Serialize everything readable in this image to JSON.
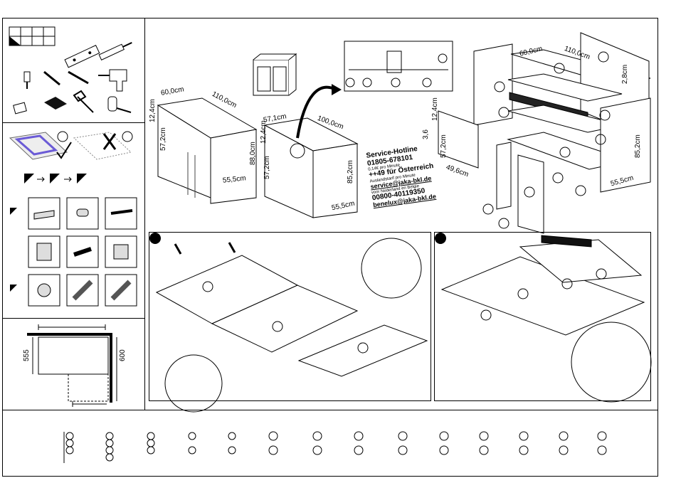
{
  "service": {
    "title": "Service-Hotline",
    "de_phone": "01805-678101",
    "de_price": "0,14€ pro Minute",
    "at_phone": "++49 für Österreich",
    "abroad": "Auslandstarif pro Minute",
    "email": "service@jaka-bkl.de",
    "be_nl_note": "voor Nederland en Belgie",
    "be_nl_phone": "00800-40119350",
    "be_nl_email": "benelux@jaka-bkl.de"
  },
  "cabinet_main": {
    "depth": "60,0cm",
    "width": "110,0cm",
    "top_thickness": "12,4cm",
    "side_height": "57,2cm",
    "base_width": "55,5cm"
  },
  "cabinet_corner": {
    "front_top": "12,4cm",
    "front_side": "57,2cm",
    "total_height": "88,0cm",
    "inner_width": "57,1cm",
    "inner_depth": "100,0cm",
    "right_height": "85,2cm",
    "base_width": "55,5cm"
  },
  "exploded": {
    "depth": "60,0cm",
    "width": "110,0cm",
    "shelf_thickness": "2,8cm",
    "door_top": "12,4cm",
    "door_gap": "3,6",
    "door_height": "57,2cm",
    "door_width": "49,6cm",
    "side_height": "85,2cm",
    "side_depth": "55,5cm"
  },
  "plan": {
    "depth_a": "555",
    "depth_b": "600"
  },
  "icons": [
    "grid-icon",
    "spirit-level-icon",
    "drill-icon",
    "wall-plug-icon",
    "screwdriver-icon",
    "screwdriver-small-icon",
    "power-drill-icon",
    "tape-measure-icon",
    "cloth-icon",
    "hammer-icon",
    "glue-icon",
    "good-surface-icon",
    "bad-surface-icon",
    "step-sequence-icon"
  ],
  "hardware": [
    "cam-bolt-icon",
    "dowel-icon",
    "screw-icon",
    "hinge-plate-icon",
    "hinge-screw-icon",
    "connector-icon",
    "cam-lock-icon",
    "wood-dowel-icon",
    "threaded-rod-icon"
  ],
  "parts_counter": {
    "rows": 4,
    "columns": 14
  }
}
